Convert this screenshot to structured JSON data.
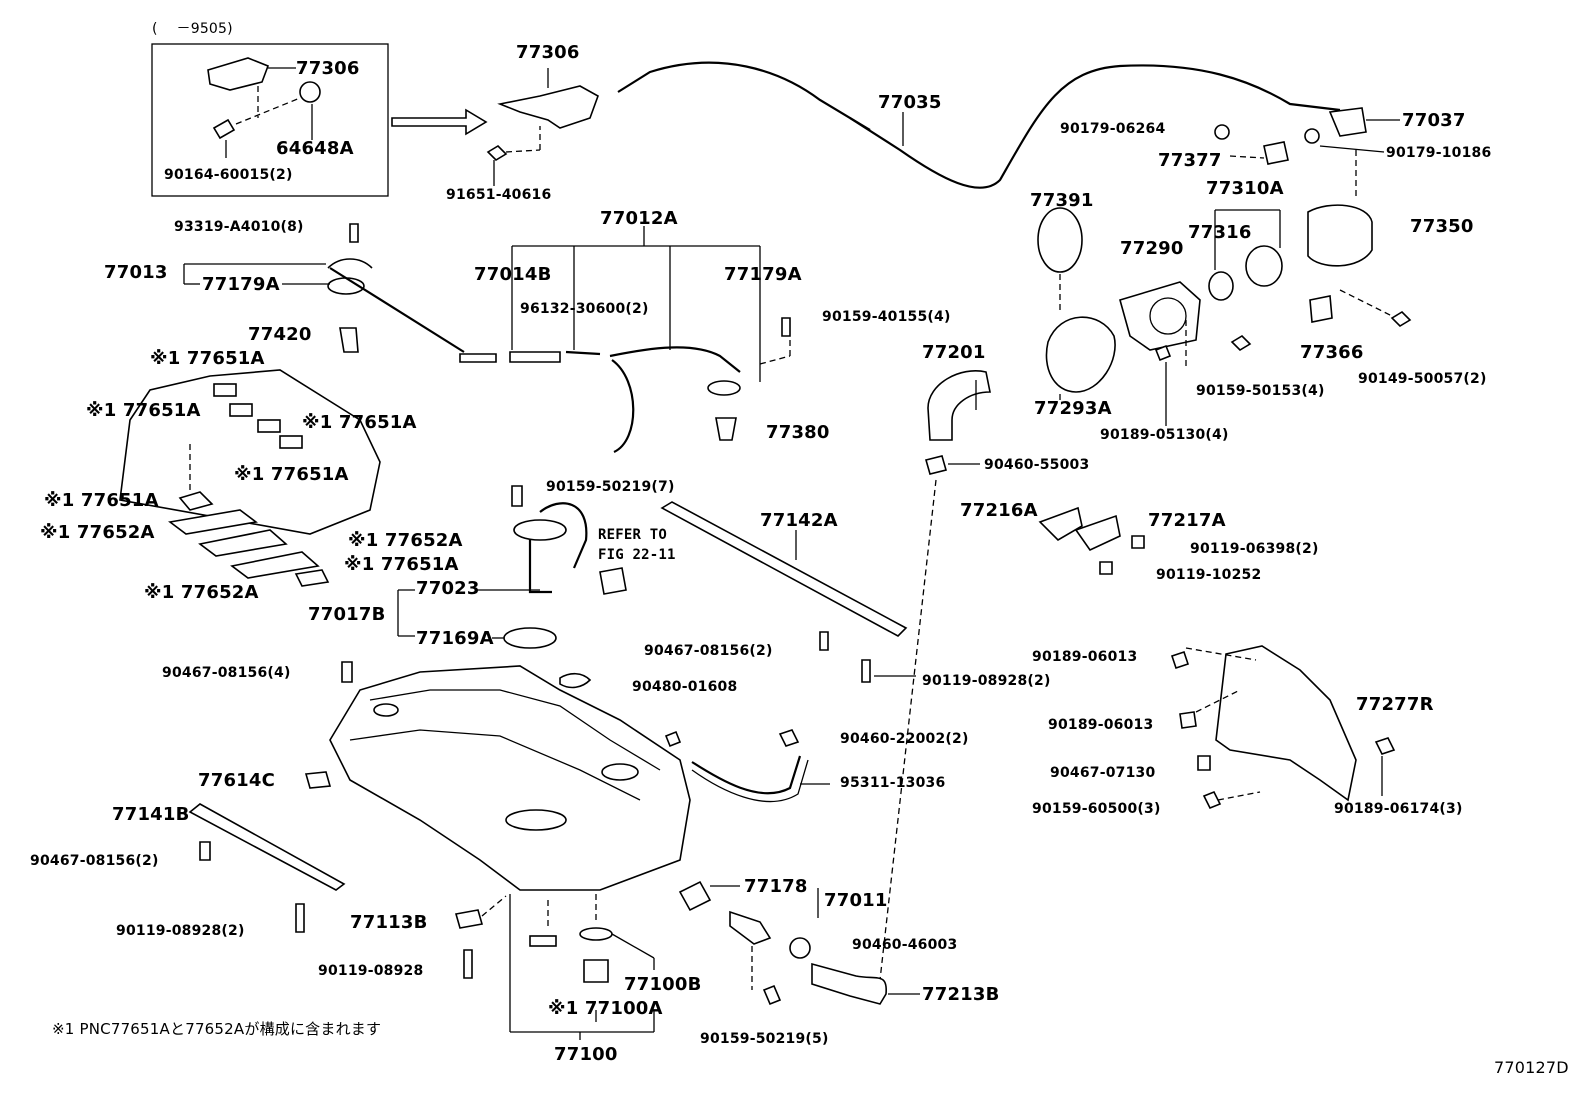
{
  "diagram_code": "770127D",
  "inset": {
    "period": "(　 －9505)"
  },
  "refer_note": [
    "REFER TO",
    "FIG 22-11"
  ],
  "footnote": "※1 PNC77651Aと77652Aが構成に含まれます",
  "labels": [
    {
      "key": "77306_inset",
      "text": "77306"
    },
    {
      "key": "64648A",
      "text": "64648A"
    },
    {
      "key": "90164-60015",
      "text": "90164-60015(2)"
    },
    {
      "key": "77306",
      "text": "77306"
    },
    {
      "key": "91651-40616",
      "text": "91651-40616"
    },
    {
      "key": "77035",
      "text": "77035"
    },
    {
      "key": "77037",
      "text": "77037"
    },
    {
      "key": "90179-06264",
      "text": "90179-06264"
    },
    {
      "key": "77377",
      "text": "77377"
    },
    {
      "key": "90179-10186",
      "text": "90179-10186"
    },
    {
      "key": "93319-A4010",
      "text": "93319-A4010(8)"
    },
    {
      "key": "77013",
      "text": "77013"
    },
    {
      "key": "77179A_left",
      "text": "77179A"
    },
    {
      "key": "77420",
      "text": "77420"
    },
    {
      "key": "77012A",
      "text": "77012A"
    },
    {
      "key": "77014B",
      "text": "77014B"
    },
    {
      "key": "96132-30600",
      "text": "96132-30600(2)"
    },
    {
      "key": "77179A_right",
      "text": "77179A"
    },
    {
      "key": "90159-40155",
      "text": "90159-40155(4)"
    },
    {
      "key": "77380",
      "text": "77380"
    },
    {
      "key": "77391",
      "text": "77391"
    },
    {
      "key": "77310A",
      "text": "77310A"
    },
    {
      "key": "77316",
      "text": "77316"
    },
    {
      "key": "77290",
      "text": "77290"
    },
    {
      "key": "77350",
      "text": "77350"
    },
    {
      "key": "77293A",
      "text": "77293A"
    },
    {
      "key": "90159-50153",
      "text": "90159-50153(4)"
    },
    {
      "key": "90189-05130",
      "text": "90189-05130(4)"
    },
    {
      "key": "77366",
      "text": "77366"
    },
    {
      "key": "90149-50057",
      "text": "90149-50057(2)"
    },
    {
      "key": "77201",
      "text": "77201"
    },
    {
      "key": "90460-55003",
      "text": "90460-55003"
    },
    {
      "key": "77651A_1",
      "text": "※1 77651A"
    },
    {
      "key": "77651A_2",
      "text": "※1 77651A"
    },
    {
      "key": "77651A_3",
      "text": "※1 77651A"
    },
    {
      "key": "77651A_4",
      "text": "※1 77651A"
    },
    {
      "key": "77651A_5",
      "text": "※1 77651A"
    },
    {
      "key": "77652A_1",
      "text": "※1 77652A"
    },
    {
      "key": "77652A_2",
      "text": "※1 77652A"
    },
    {
      "key": "77651A_6",
      "text": "※1 77651A"
    },
    {
      "key": "77652A_3",
      "text": "※1 77652A"
    },
    {
      "key": "90159-50219_7",
      "text": "90159-50219(7)"
    },
    {
      "key": "77142A",
      "text": "77142A"
    },
    {
      "key": "77023",
      "text": "77023"
    },
    {
      "key": "77017B",
      "text": "77017B"
    },
    {
      "key": "77169A",
      "text": "77169A"
    },
    {
      "key": "77216A",
      "text": "77216A"
    },
    {
      "key": "77217A",
      "text": "77217A"
    },
    {
      "key": "90119-06398",
      "text": "90119-06398(2)"
    },
    {
      "key": "90119-10252",
      "text": "90119-10252"
    },
    {
      "key": "90467-08156_mid",
      "text": "90467-08156(2)"
    },
    {
      "key": "90119-08928_right",
      "text": "90119-08928(2)"
    },
    {
      "key": "90467-08156_4",
      "text": "90467-08156(4)"
    },
    {
      "key": "90480-01608",
      "text": "90480-01608"
    },
    {
      "key": "90460-22002",
      "text": "90460-22002(2)"
    },
    {
      "key": "95311-13036",
      "text": "95311-13036"
    },
    {
      "key": "90189-06013_a",
      "text": "90189-06013"
    },
    {
      "key": "90189-06013_b",
      "text": "90189-06013"
    },
    {
      "key": "77277R",
      "text": "77277R"
    },
    {
      "key": "90467-07130",
      "text": "90467-07130"
    },
    {
      "key": "90159-60500",
      "text": "90159-60500(3)"
    },
    {
      "key": "90189-06174",
      "text": "90189-06174(3)"
    },
    {
      "key": "77614C",
      "text": "77614C"
    },
    {
      "key": "77141B",
      "text": "77141B"
    },
    {
      "key": "90467-08156_left",
      "text": "90467-08156(2)"
    },
    {
      "key": "90119-08928_left",
      "text": "90119-08928(2)"
    },
    {
      "key": "77113B",
      "text": "77113B"
    },
    {
      "key": "90119-08928_bot",
      "text": "90119-08928"
    },
    {
      "key": "77178",
      "text": "77178"
    },
    {
      "key": "77011",
      "text": "77011"
    },
    {
      "key": "90460-46003",
      "text": "90460-46003"
    },
    {
      "key": "77100B",
      "text": "77100B"
    },
    {
      "key": "77100A",
      "text": "※1 77100A"
    },
    {
      "key": "77213B",
      "text": "77213B"
    },
    {
      "key": "90159-50219_5",
      "text": "90159-50219(5)"
    },
    {
      "key": "77100",
      "text": "77100"
    }
  ]
}
